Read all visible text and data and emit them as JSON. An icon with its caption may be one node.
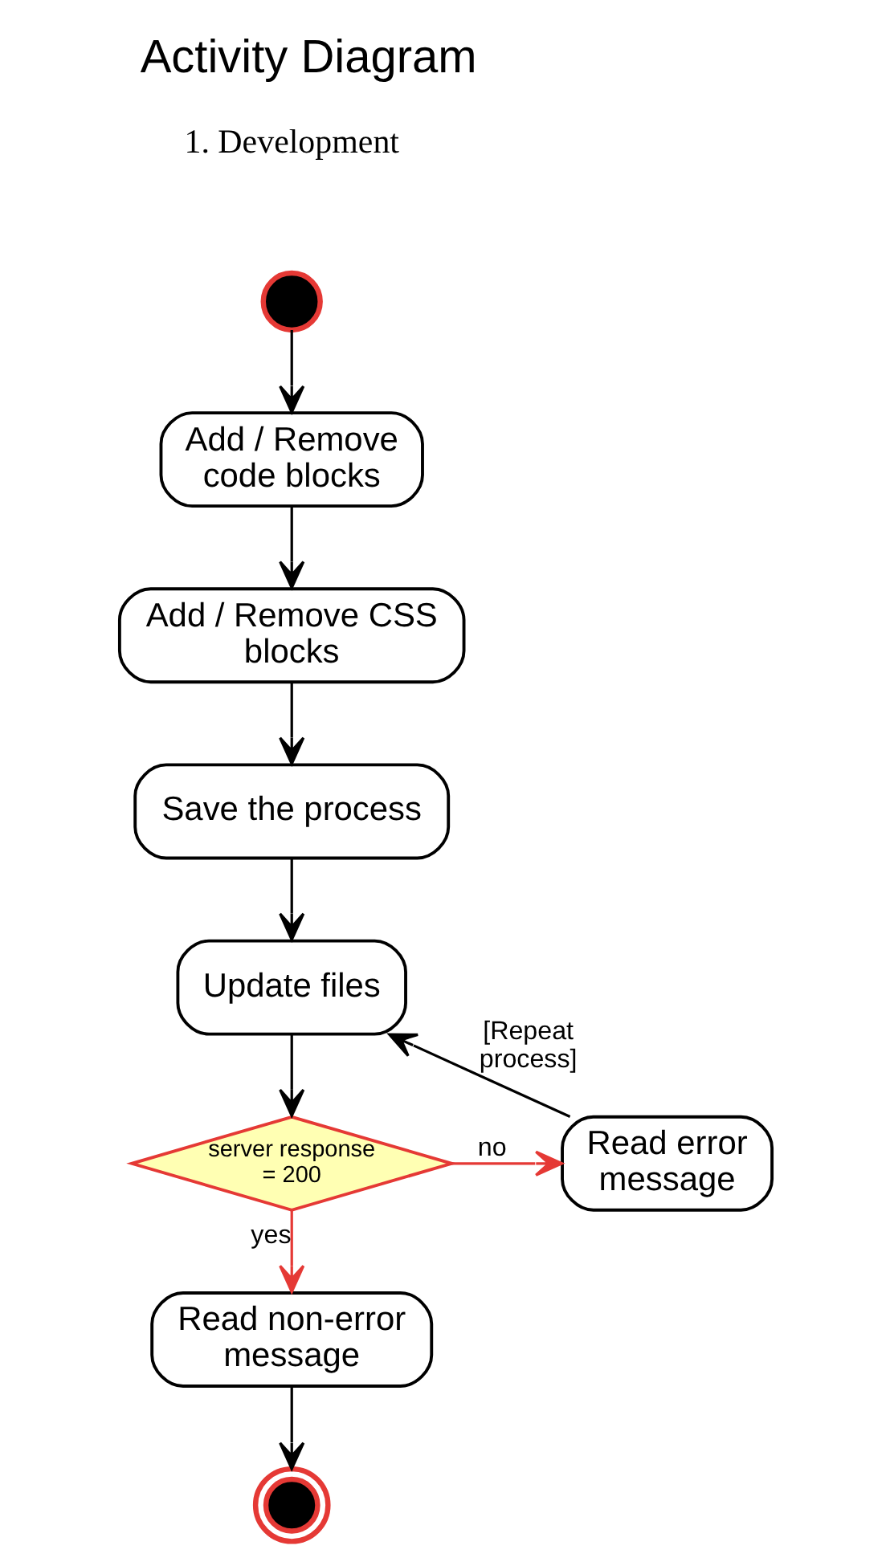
{
  "diagram": {
    "title": "Activity Diagram",
    "nodes": [
      {
        "text": [],
        "shape": "circle"
      },
      {
        "text": [
          "Add / Remove code blocks"
        ]
      },
      {
        "text": [
          "Add / Remove CSS blocks"
        ]
      },
      {
        "text": [
          "Save the process"
        ]
      },
      {
        "text": [
          "Update files"
        ]
      },
      {
        "text": [
          "server response = 200"
        ]
      },
      {
        "text": [
          "Read error message"
        ]
      },
      {
        "text": [
          "Read non-error message"
        ]
      },
      {
        "text": [],
        "shape": "circle"
      }
    ],
    "edges": [
      {
        "from": 0,
        "to": 1,
        "arrow": "to"
      },
      {
        "from": 1,
        "to": 2,
        "arrow": "to"
      },
      {
        "from": 2,
        "to": 3,
        "arrow": "to"
      },
      {
        "from": 3,
        "to": 4,
        "arrow": "to"
      },
      {
        "from": 4,
        "to": 5,
        "arrow": "to"
      },
      {
        "from": 5,
        "to": 6,
        "arrow": "to",
        "label": "no",
        "color": "#e53935"
      },
      {
        "from": 6,
        "to": 4,
        "arrow": "to",
        "label": "[Repeat process]"
      },
      {
        "from": 5,
        "to": 7,
        "arrow": "to",
        "label": "yes",
        "color": "#e53935"
      },
      {
        "from": 7,
        "to": 8,
        "arrow": "to"
      }
    ],
    "labels": [
      "1. Development"
    ]
  }
}
